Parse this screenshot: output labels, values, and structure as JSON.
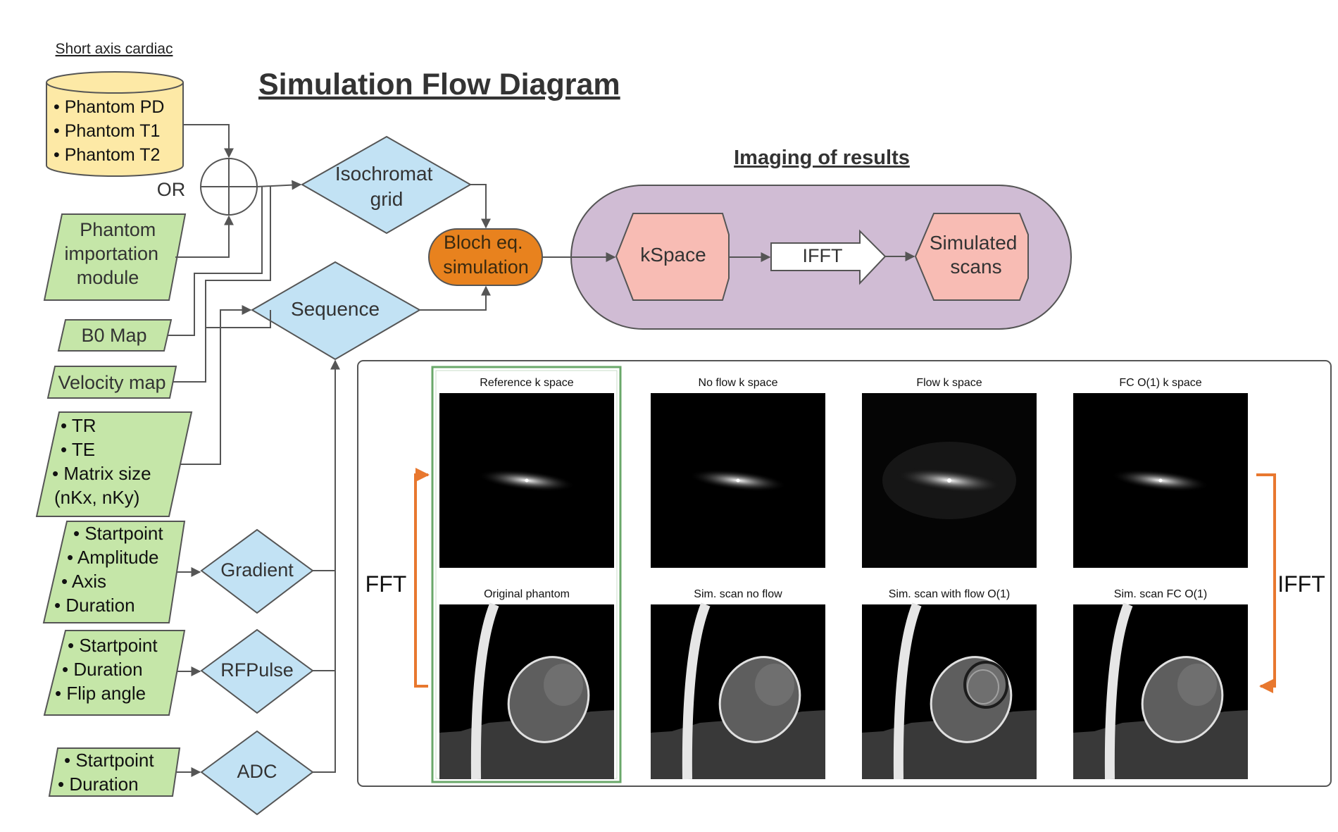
{
  "header": {
    "subtitle": "Short axis cardiac",
    "title": "Simulation Flow Diagram",
    "results_title": "Imaging of results"
  },
  "inputs": {
    "phantom_db": [
      "• Phantom PD",
      "• Phantom T1",
      "• Phantom T2"
    ],
    "or_label": "OR",
    "import_module": [
      "Phantom",
      "importation",
      "module"
    ],
    "b0_map": "B0 Map",
    "velocity_map": "Velocity map",
    "sequence_params": [
      "• TR",
      "• TE",
      "• Matrix size",
      "(nKx, nKy)"
    ],
    "gradient_params": [
      "• Startpoint",
      "• Amplitude",
      "• Axis",
      "• Duration"
    ],
    "rf_params": [
      "• Startpoint",
      "• Duration",
      "• Flip angle"
    ],
    "adc_params": [
      "• Startpoint",
      "• Duration"
    ]
  },
  "nodes": {
    "isochromat": [
      "Isochromat",
      "grid"
    ],
    "sequence": "Sequence",
    "gradient": "Gradient",
    "rfpulse": "RFPulse",
    "adc": "ADC",
    "bloch": [
      "Bloch eq.",
      "simulation"
    ],
    "kspace": "kSpace",
    "ifft": "IFFT",
    "simulated": [
      "Simulated",
      "scans"
    ]
  },
  "results": {
    "fft_label": "FFT",
    "ifft_label": "IFFT",
    "kspace_titles": [
      "Reference k space",
      "No flow k space",
      "Flow k space",
      "FC O(1) k space"
    ],
    "scan_titles": [
      "Original phantom",
      "Sim. scan no flow",
      "Sim. scan with flow O(1)",
      "Sim. scan FC O(1)"
    ]
  },
  "colors": {
    "database_fill": "#fde9a6",
    "input_fill": "#c5e6a8",
    "decision_fill": "#c2e2f4",
    "bloch_fill": "#e8821e",
    "process_fill": "#f8bcb4",
    "results_oval": "#d0bcd4",
    "fft_arrow": "#e8782f",
    "highlight_border": "#6aa86a"
  }
}
